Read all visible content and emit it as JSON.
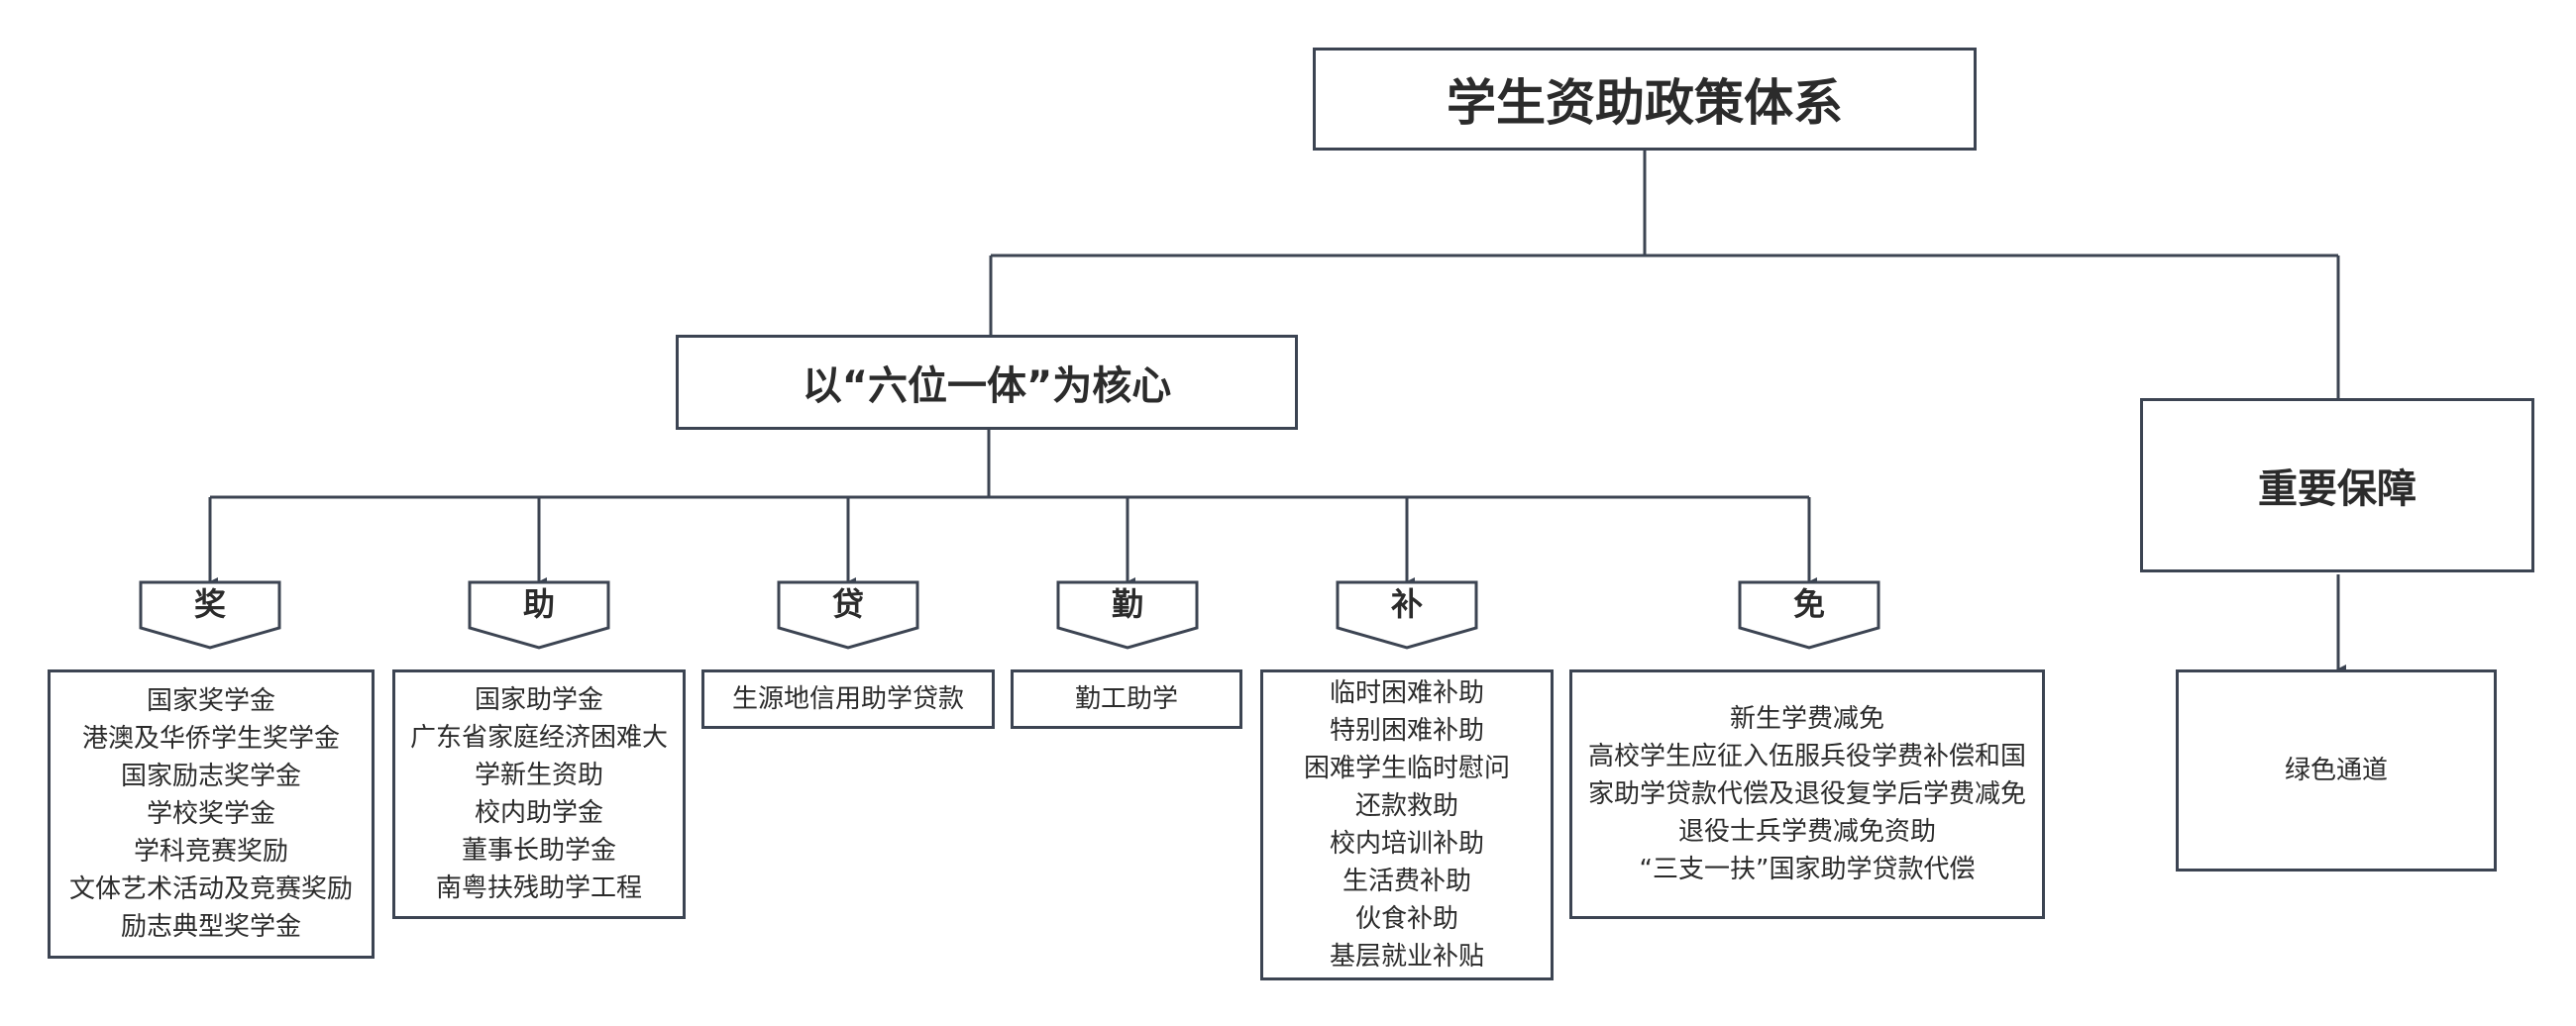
{
  "root": {
    "title": "学生资助政策体系"
  },
  "core": {
    "title": "以“六位一体”为核心"
  },
  "guarantee": {
    "title": "重要保障",
    "items": [
      "绿色通道"
    ]
  },
  "categories": [
    {
      "label": "奖",
      "items": [
        "国家奖学金",
        "港澳及华侨学生奖学金",
        "国家励志奖学金",
        "学校奖学金",
        "学科竞赛奖励",
        "文体艺术活动及竞赛奖励",
        "励志典型奖学金"
      ]
    },
    {
      "label": "助",
      "items": [
        "国家助学金",
        "广东省家庭经济困难大",
        "学新生资助",
        "校内助学金",
        "董事长助学金",
        "南粤扶残助学工程"
      ]
    },
    {
      "label": "贷",
      "items": [
        "生源地信用助学贷款"
      ]
    },
    {
      "label": "勤",
      "items": [
        "勤工助学"
      ]
    },
    {
      "label": "补",
      "items": [
        "临时困难补助",
        "特别困难补助",
        "困难学生临时慰问",
        "还款救助",
        "校内培训补助",
        "生活费补助",
        "伙食补助",
        "基层就业补贴"
      ]
    },
    {
      "label": "免",
      "items": [
        "新生学费减免",
        "高校学生应征入伍服兵役学费补偿和国",
        "家助学贷款代偿及退役复学后学费减免",
        "退役士兵学费减免资助",
        "“三支一扶”国家助学贷款代偿"
      ]
    }
  ],
  "colors": {
    "line": "#3c4452",
    "text": "#2b2b2b",
    "background": "#ffffff"
  }
}
